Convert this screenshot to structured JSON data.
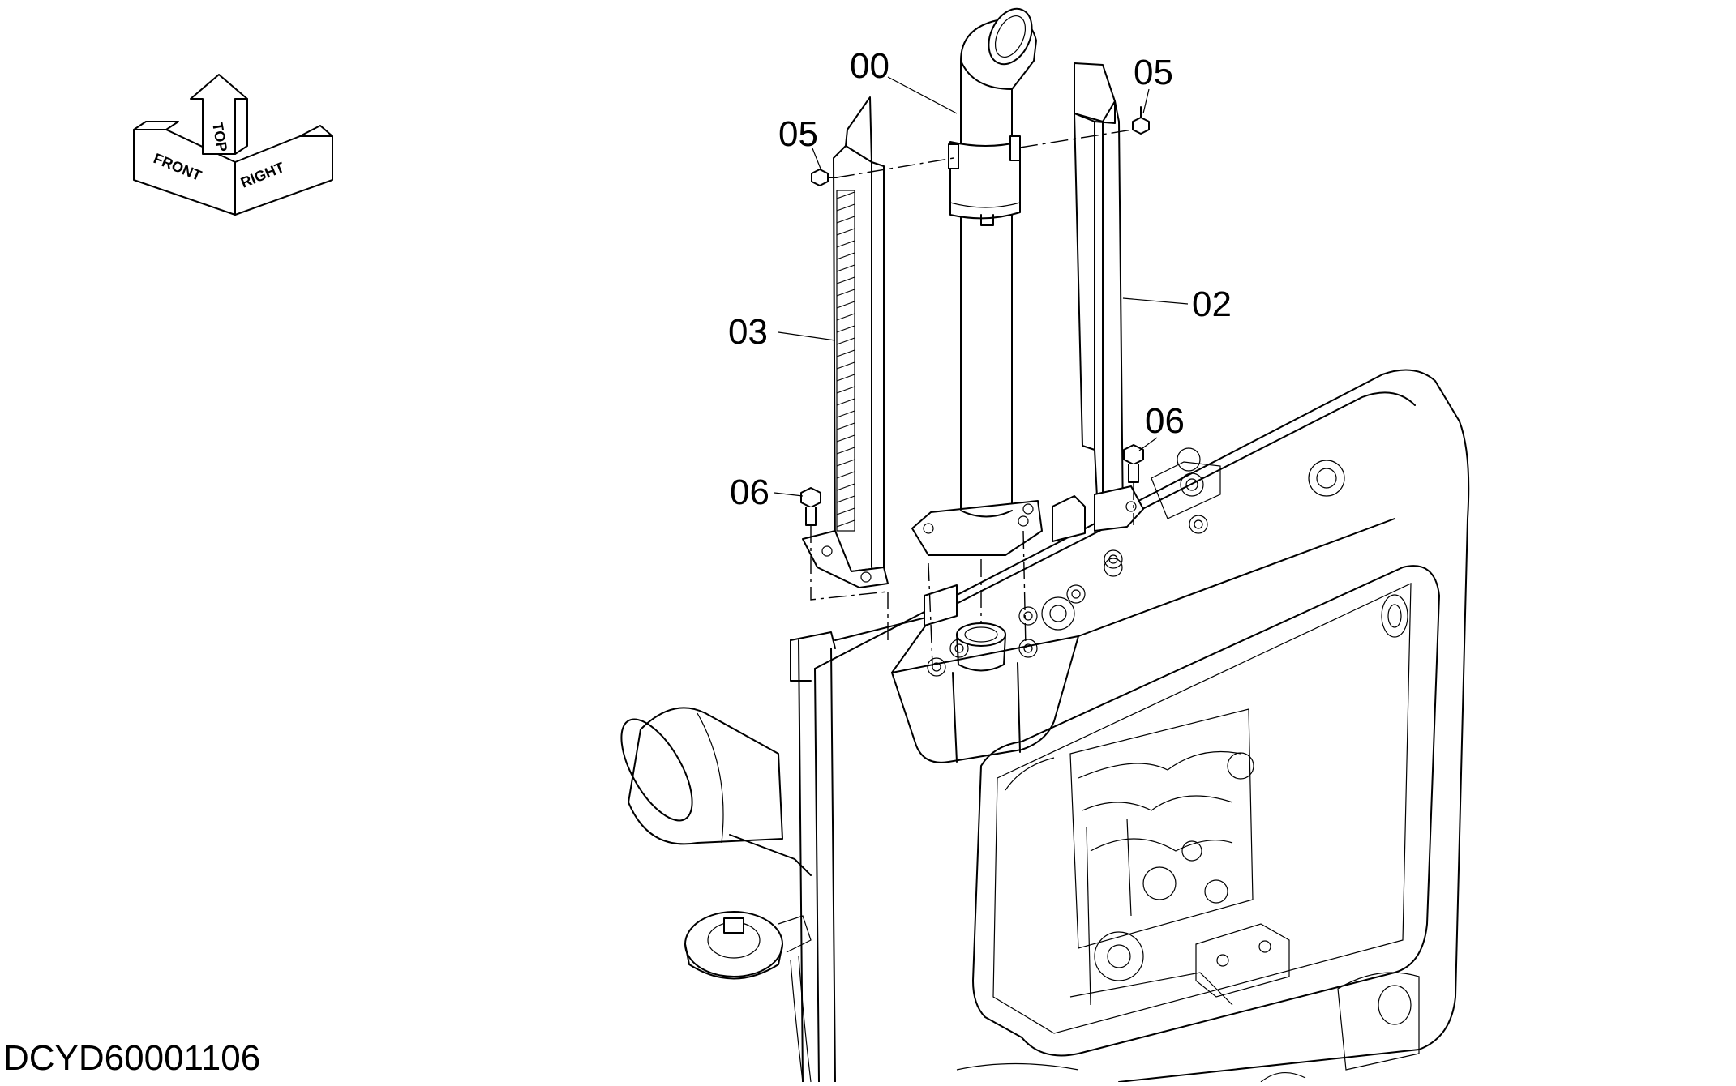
{
  "orientation": {
    "front": "FRONT",
    "top": "TOP",
    "right": "RIGHT"
  },
  "callouts": {
    "c00": "00",
    "c05_left": "05",
    "c05_right": "05",
    "c03": "03",
    "c02": "02",
    "c06_left": "06",
    "c06_right": "06"
  },
  "drawing_id": "DCYD60001106"
}
